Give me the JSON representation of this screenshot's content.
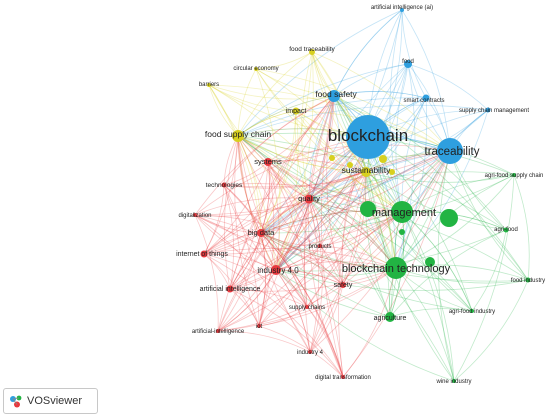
{
  "app": {
    "brand": "VOSviewer"
  },
  "colors": {
    "blue": "#2e9fdf",
    "green": "#22b443",
    "red": "#e8393e",
    "yellow": "#d8d020"
  },
  "nodes": [
    {
      "id": "blockchain",
      "label": "blockchain",
      "cluster": "blue",
      "weight": 10
    },
    {
      "id": "traceability",
      "label": "traceability",
      "cluster": "blue",
      "weight": 6
    },
    {
      "id": "food-safety",
      "label": "food safety",
      "cluster": "blue",
      "weight": 3
    },
    {
      "id": "food",
      "label": "food",
      "cluster": "blue",
      "weight": 2
    },
    {
      "id": "smart-contracts",
      "label": "smart contracts",
      "cluster": "blue",
      "weight": 2
    },
    {
      "id": "supply-chain-management",
      "label": "supply chain management",
      "cluster": "blue",
      "weight": 1
    },
    {
      "id": "artificial-intelligence-ai",
      "label": "artificial intelligence (ai)",
      "cluster": "blue",
      "weight": 1
    },
    {
      "id": "management",
      "label": "management",
      "cluster": "green",
      "weight": 5
    },
    {
      "id": "blockchain-technology",
      "label": "blockchain technology",
      "cluster": "green",
      "weight": 5
    },
    {
      "id": "agriculture",
      "label": "agriculture",
      "cluster": "green",
      "weight": 2
    },
    {
      "id": "agri-food-supply-chain",
      "label": "agri-food supply chain",
      "cluster": "green",
      "weight": 1
    },
    {
      "id": "agri-food",
      "label": "agri-food",
      "cluster": "green",
      "weight": 1
    },
    {
      "id": "food-industry",
      "label": "food industry",
      "cluster": "green",
      "weight": 1
    },
    {
      "id": "agri-food-industry",
      "label": "agri-food industry",
      "cluster": "green",
      "weight": 1
    },
    {
      "id": "wine-industry",
      "label": "wine industry",
      "cluster": "green",
      "weight": 1
    },
    {
      "id": "sustainability",
      "label": "sustainability",
      "cluster": "yellow",
      "weight": 3
    },
    {
      "id": "food-supply-chain",
      "label": "food supply chain",
      "cluster": "yellow",
      "weight": 3
    },
    {
      "id": "food-traceability",
      "label": "food traceability",
      "cluster": "yellow",
      "weight": 2
    },
    {
      "id": "impact",
      "label": "impact",
      "cluster": "yellow",
      "weight": 2
    },
    {
      "id": "circular-economy",
      "label": "circular economy",
      "cluster": "yellow",
      "weight": 1
    },
    {
      "id": "barriers",
      "label": "barriers",
      "cluster": "yellow",
      "weight": 1
    },
    {
      "id": "systems",
      "label": "systems",
      "cluster": "red",
      "weight": 2
    },
    {
      "id": "quality",
      "label": "quality",
      "cluster": "red",
      "weight": 2
    },
    {
      "id": "technologies",
      "label": "technologies",
      "cluster": "red",
      "weight": 1
    },
    {
      "id": "digitalization",
      "label": "digitalization",
      "cluster": "red",
      "weight": 1
    },
    {
      "id": "big-data",
      "label": "big data",
      "cluster": "red",
      "weight": 2
    },
    {
      "id": "products",
      "label": "products",
      "cluster": "red",
      "weight": 1
    },
    {
      "id": "internet-of-things",
      "label": "internet of things",
      "cluster": "red",
      "weight": 2
    },
    {
      "id": "industry-4-0",
      "label": "industry 4.0",
      "cluster": "red",
      "weight": 3
    },
    {
      "id": "artificial-intelligence",
      "label": "artificial intelligence",
      "cluster": "red",
      "weight": 2
    },
    {
      "id": "safety",
      "label": "safety",
      "cluster": "red",
      "weight": 2
    },
    {
      "id": "supply-chains",
      "label": "supply chains",
      "cluster": "red",
      "weight": 1
    },
    {
      "id": "artificial-intelligence-hyphen",
      "label": "artificial-intelligence",
      "cluster": "red",
      "weight": 1
    },
    {
      "id": "iot",
      "label": "iot",
      "cluster": "red",
      "weight": 1
    },
    {
      "id": "industry-4",
      "label": "industry 4",
      "cluster": "red",
      "weight": 1
    },
    {
      "id": "digital-transformation",
      "label": "digital transformation",
      "cluster": "red",
      "weight": 1
    }
  ]
}
